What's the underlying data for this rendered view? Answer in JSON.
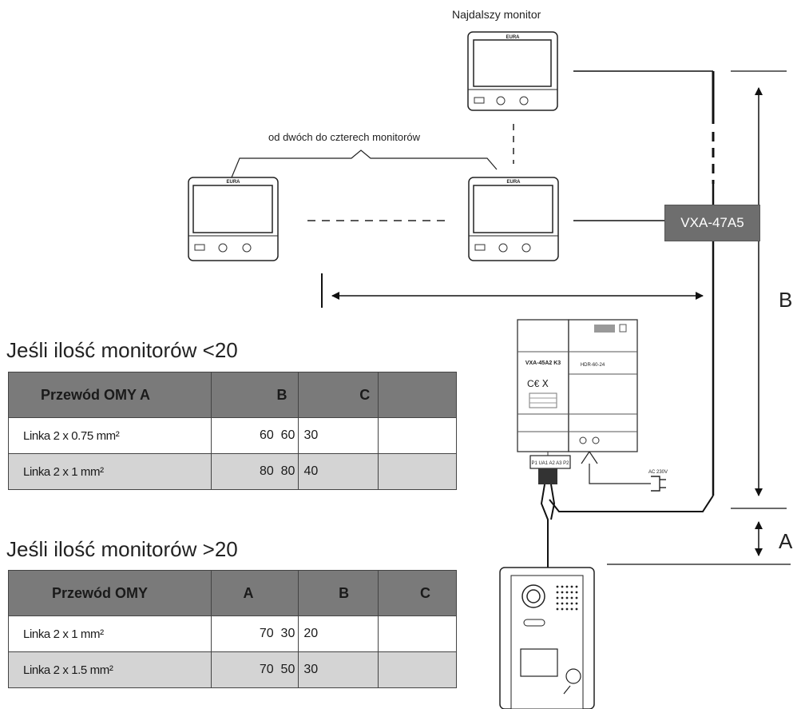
{
  "diagram": {
    "farthest_monitor_label": "Najdalszy monitor",
    "group_label": "od dwóch do czterech monitorów",
    "distributor_label": "VXA-47A5",
    "dimension_b": "B",
    "dimension_a": "A",
    "monitor_brand": "EURA",
    "din_module_left_label": "VXA-45A2 K3",
    "din_module_right_label": "HDR-60-24",
    "plug_label": "AC 230V",
    "terminal_label": "P1 UA1 A2 A3 P2"
  },
  "table_under_20": {
    "heading": "Jeśli ilość monitorów <20",
    "headers": [
      "Przewód OMY A",
      "B",
      "C",
      ""
    ],
    "rows": [
      {
        "name": "Linka 2 x 0.75 mm²",
        "a": "60",
        "b": "60",
        "c": "30"
      },
      {
        "name": "Linka 2 x 1 mm²",
        "a": "80",
        "b": "80",
        "c": "40"
      }
    ]
  },
  "table_over_20": {
    "heading": "Jeśli ilość monitorów >20",
    "headers": [
      "Przewód OMY",
      "A",
      "B",
      "C"
    ],
    "rows": [
      {
        "name": "Linka 2 x 1 mm²",
        "a": "70",
        "b": "30",
        "c": "20"
      },
      {
        "name": "Linka 2 x 1.5 mm²",
        "a": "70",
        "b": "50",
        "c": "30"
      }
    ]
  }
}
